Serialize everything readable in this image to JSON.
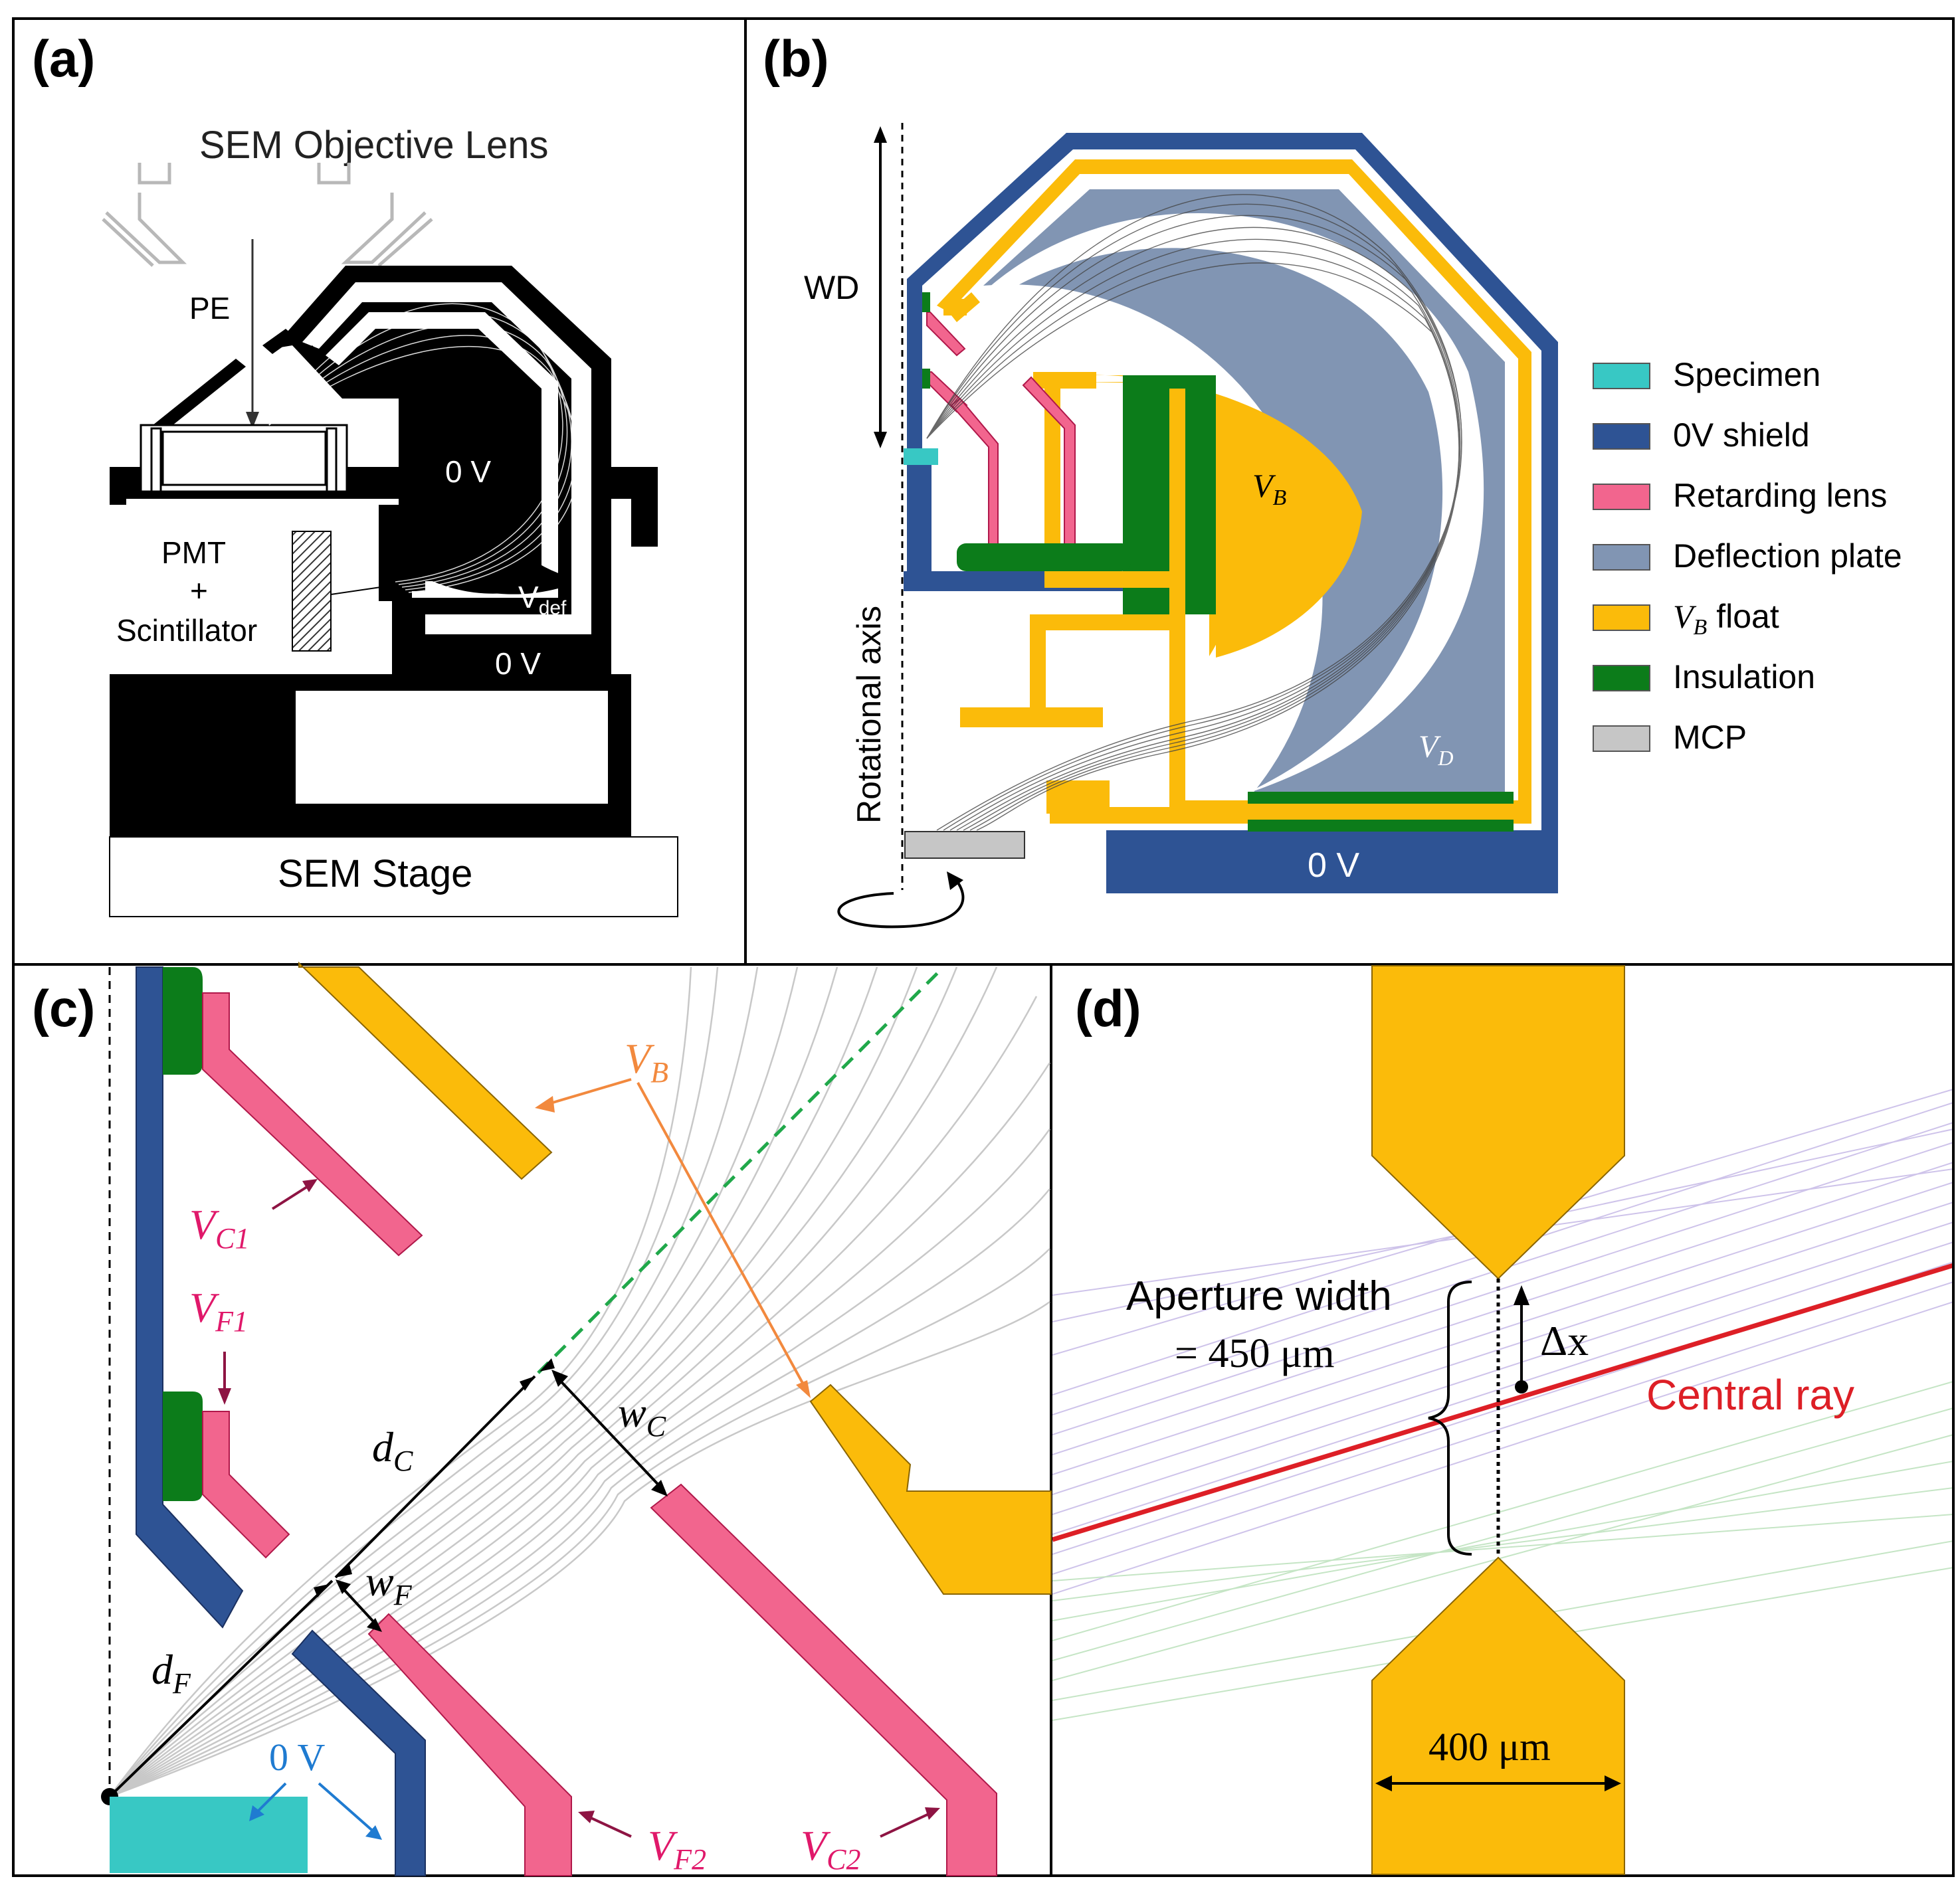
{
  "colors": {
    "specimen": "#38c8c4",
    "shield": "#2e5394",
    "retarding": "#f2658e",
    "deflection": "#8195b3",
    "float": "#fbbb0a",
    "insulation": "#0c7c1a",
    "mcp": "#c6c6c6",
    "central_ray": "#dd1f26",
    "vb_arrow": "#f2893e",
    "vc_arrow": "#8e1443",
    "zero_v": "#1f7bd1",
    "dashed_green": "#20a84a"
  },
  "panel_a": {
    "tag": "(a)",
    "objective_lens": "SEM Objective Lens",
    "pe": "PE",
    "pmt_line1": "PMT",
    "pmt_line2": "+",
    "pmt_line3": "Scintillator",
    "zero_v_inner": "0 V",
    "vdef_main": "V",
    "vdef_sub": "def",
    "zero_v_outer": "0 V",
    "stage": "SEM Stage"
  },
  "panel_b": {
    "tag": "(b)",
    "wd": "WD",
    "rot_axis": "Rotational axis",
    "vb_main": "V",
    "vb_sub": "B",
    "vd_main": "V",
    "vd_sub": "D",
    "zero_v": "0 V",
    "legend": [
      {
        "key": "specimen",
        "label": "Specimen"
      },
      {
        "key": "shield",
        "label": "0V shield"
      },
      {
        "key": "retarding",
        "label": "Retarding lens"
      },
      {
        "key": "deflection",
        "label": "Deflection plate"
      },
      {
        "key": "float",
        "label_main": "V",
        "label_sub": "B",
        "label_rest": " float"
      },
      {
        "key": "insulation",
        "label": "Insulation"
      },
      {
        "key": "mcp",
        "label": "MCP"
      }
    ]
  },
  "panel_c": {
    "tag": "(c)",
    "vb_main": "V",
    "vb_sub": "B",
    "vc1_main": "V",
    "vc1_sub": "C1",
    "vf1_main": "V",
    "vf1_sub": "F1",
    "dc_main": "d",
    "dc_sub": "C",
    "wc_main": "w",
    "wc_sub": "C",
    "wf_main": "w",
    "wf_sub": "F",
    "df_main": "d",
    "df_sub": "F",
    "zero_v": "0 V",
    "vf2_main": "V",
    "vf2_sub": "F2",
    "vc2_main": "V",
    "vc2_sub": "C2"
  },
  "panel_d": {
    "tag": "(d)",
    "aperture_line1": "Aperture width",
    "aperture_line2": "= 450 μm",
    "delta_x": "Δx",
    "central_ray": "Central ray",
    "width_400": "400 μm"
  }
}
